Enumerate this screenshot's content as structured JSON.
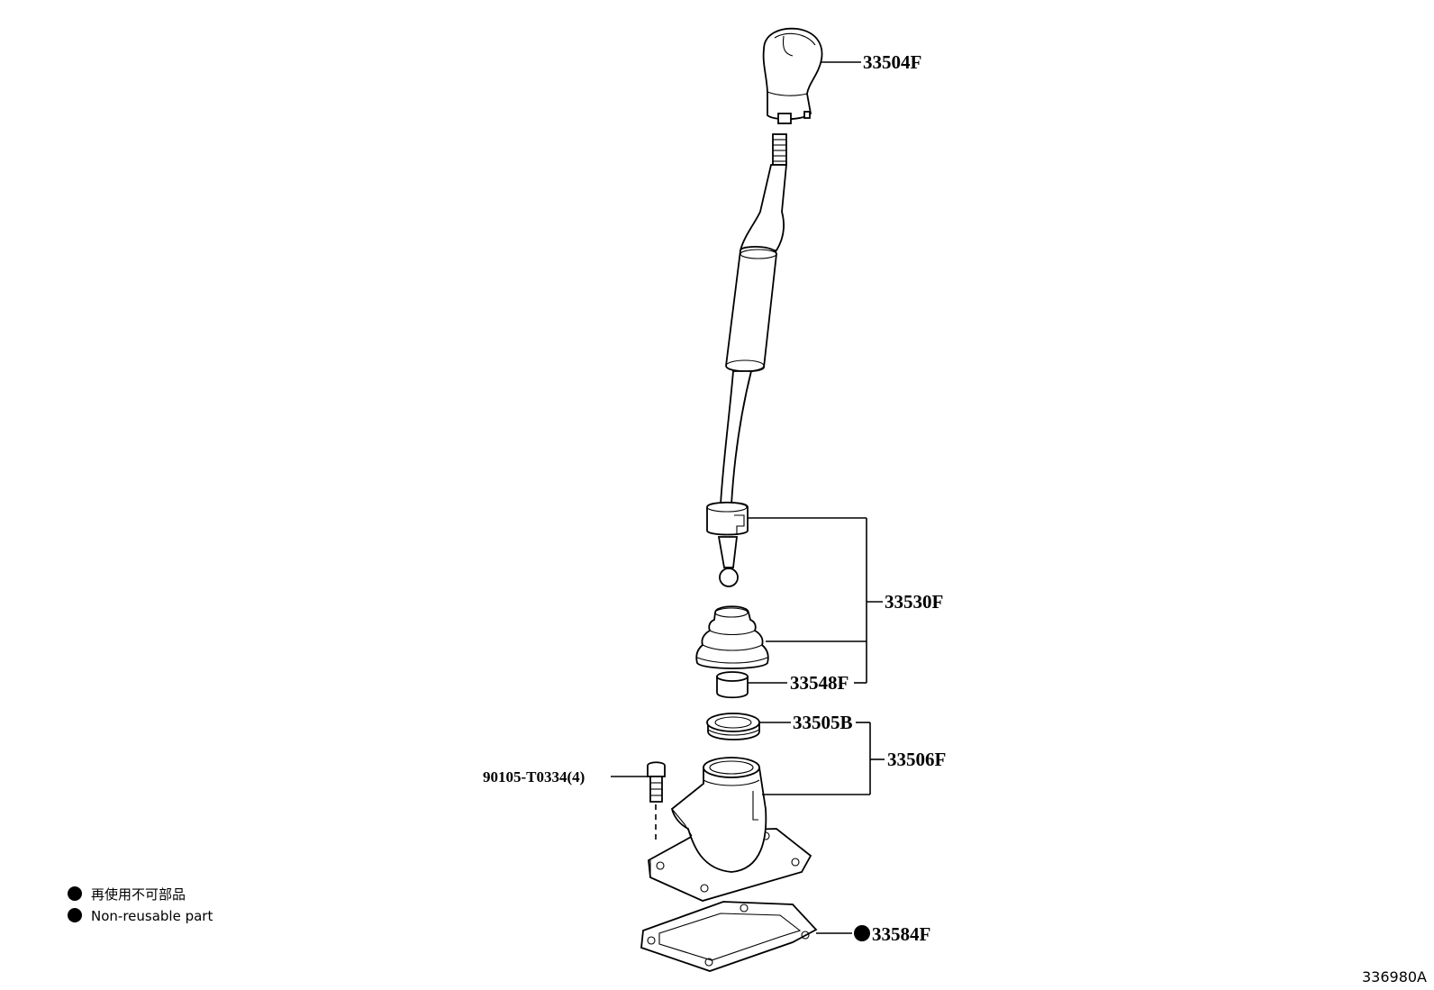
{
  "labels": {
    "knob": "33504F",
    "lever_assy": "33530F",
    "bushing": "33548F",
    "seat": "33505B",
    "retainer": "33506F",
    "bolt": "90105-T0334(4)",
    "gasket": "33584F"
  },
  "legend": {
    "line_jp": "再使用不可部品",
    "line_en": "Non-reusable part"
  },
  "figure_id": "336980A"
}
